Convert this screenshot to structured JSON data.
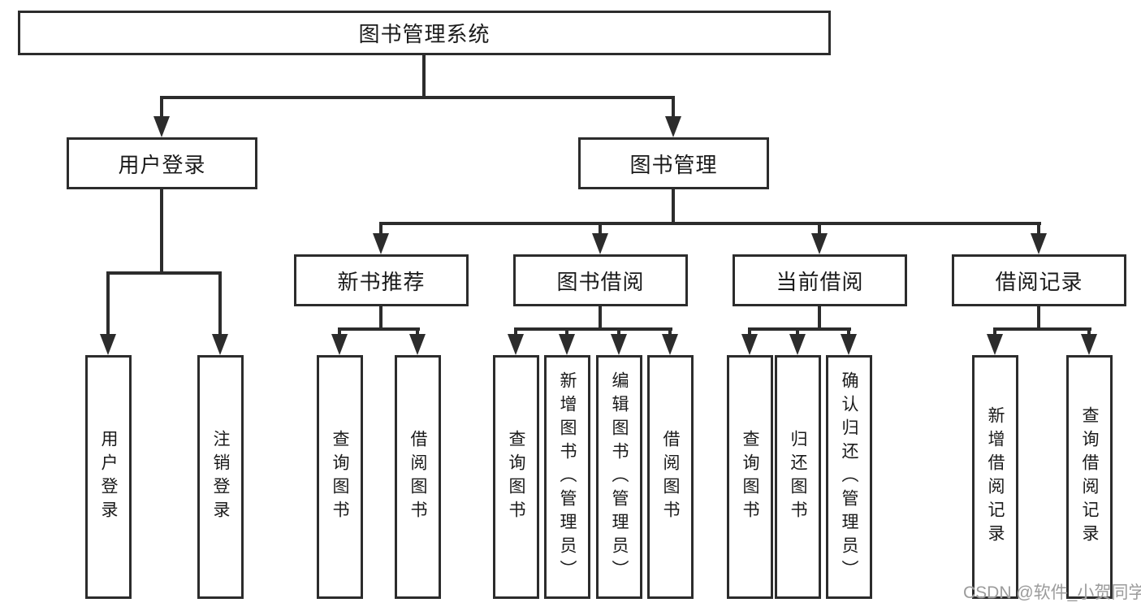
{
  "tree": {
    "root": {
      "label": "图书管理系统",
      "children": [
        {
          "label": "用户登录",
          "children": [
            {
              "label": "用户登录"
            },
            {
              "label": "注销登录"
            }
          ]
        },
        {
          "label": "图书管理",
          "children": [
            {
              "label": "新书推荐",
              "children": [
                {
                  "label": "查询图书"
                },
                {
                  "label": "借阅图书"
                }
              ]
            },
            {
              "label": "图书借阅",
              "children": [
                {
                  "label": "查询图书"
                },
                {
                  "label": "新增图书（管理员）"
                },
                {
                  "label": "编辑图书（管理员）"
                },
                {
                  "label": "借阅图书"
                }
              ]
            },
            {
              "label": "当前借阅",
              "children": [
                {
                  "label": "查询图书"
                },
                {
                  "label": "归还图书"
                },
                {
                  "label": "确认归还（管理员）"
                }
              ]
            },
            {
              "label": "借阅记录",
              "children": [
                {
                  "label": "新增借阅记录"
                },
                {
                  "label": "查询借阅记录"
                }
              ]
            }
          ]
        }
      ]
    }
  },
  "watermark": {
    "text": "CSDN @软件_小贺同学"
  },
  "colors": {
    "line": "#2c2c2c",
    "box_border": "#2c2c2c",
    "background": "#ffffff",
    "text": "#1a1a1a",
    "watermark": "#9b9b9b"
  }
}
